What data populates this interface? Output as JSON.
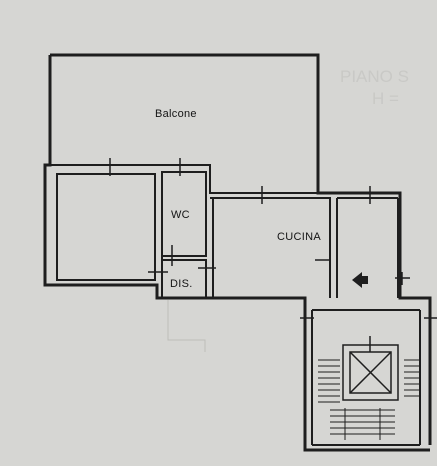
{
  "rooms": {
    "balcone": "Balcone",
    "wc": "WC",
    "cucina": "CUCINA",
    "dis": "DIS."
  },
  "faint_text": {
    "line1": "PIANO S",
    "line2": "H ="
  },
  "colors": {
    "paper": "#d6d6d3",
    "wall": "#1e1e1e",
    "faint": "#c9c9c6"
  }
}
